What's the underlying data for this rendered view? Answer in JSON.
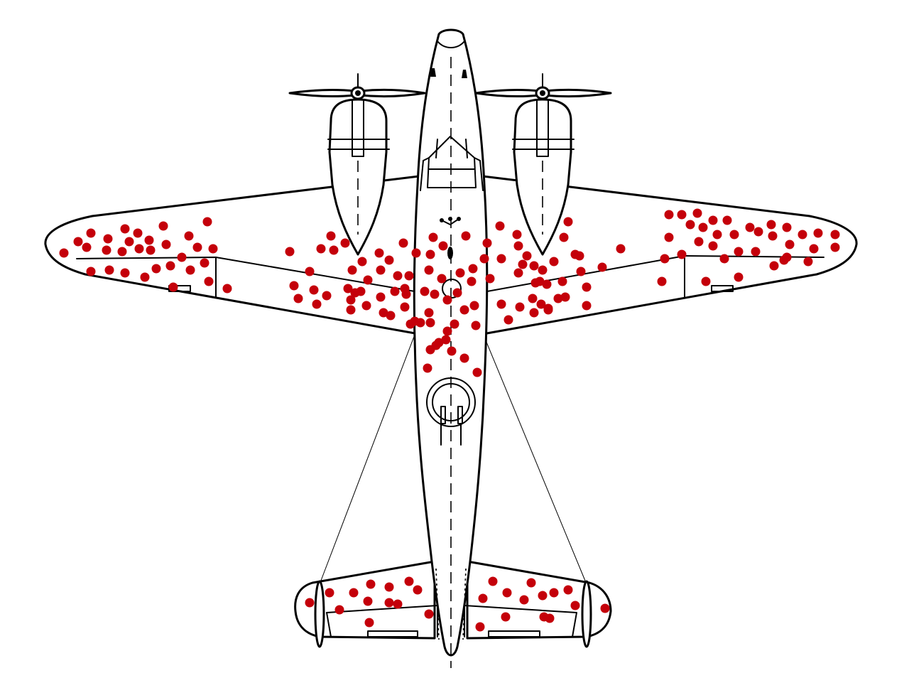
{
  "colors": {
    "outline": "#000000",
    "fill": "#ffffff",
    "damage": "#c4000a"
  },
  "damage_markers": {
    "shape": "filled-circle",
    "color": "#c4000a",
    "regions": [
      "left-wing",
      "right-wing",
      "central-fuselage",
      "left-tailplane",
      "right-tailplane"
    ],
    "marker_free_regions": [
      "engines",
      "cockpit",
      "rear-fuselage",
      "wing-tips-trailing-edge"
    ]
  }
}
